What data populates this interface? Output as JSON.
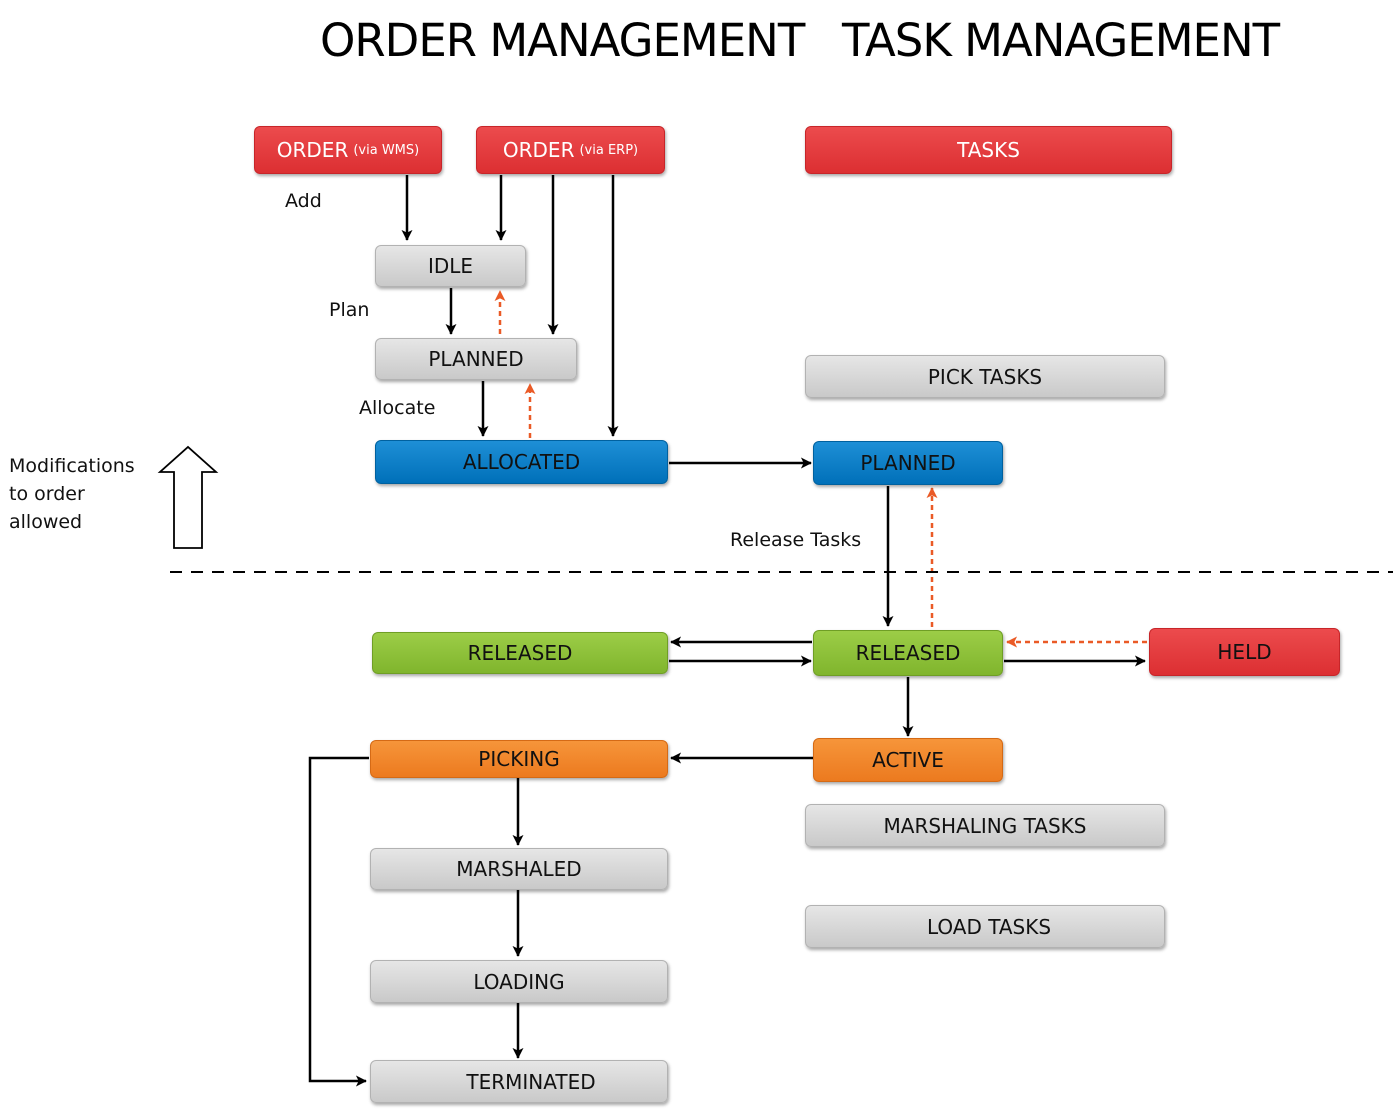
{
  "headings": {
    "order_management": "ORDER MANAGEMENT",
    "task_management": "TASK MANAGEMENT"
  },
  "sources": {
    "order_wms": {
      "main": "ORDER",
      "sub": "(via WMS)"
    },
    "order_erp": {
      "main": "ORDER",
      "sub": "(via ERP)"
    },
    "tasks": "TASKS"
  },
  "order_states": {
    "idle": "IDLE",
    "planned": "PLANNED",
    "allocated": "ALLOCATED",
    "released": "RELEASED",
    "picking": "PICKING",
    "marshaled": "MARSHALED",
    "loading": "LOADING",
    "terminated": "TERMINATED"
  },
  "task_states": {
    "pick_tasks": "PICK TASKS",
    "planned": "PLANNED",
    "released": "RELEASED",
    "held": "HELD",
    "active": "ACTIVE",
    "marshaling_tasks": "MARSHALING TASKS",
    "load_tasks": "LOAD TASKS"
  },
  "edge_labels": {
    "add": "Add",
    "plan": "Plan",
    "allocate": "Allocate",
    "release_tasks": "Release Tasks"
  },
  "note": {
    "lines": [
      "Modifications",
      "to order",
      "allowed"
    ]
  },
  "colors": {
    "red": "#e03a3c",
    "grey": "#d0d0d0",
    "blue": "#0a7cc6",
    "green": "#8cc13a",
    "orange": "#f0852a",
    "reverse_arrow": "#ea5a26",
    "arrow": "#000000"
  }
}
